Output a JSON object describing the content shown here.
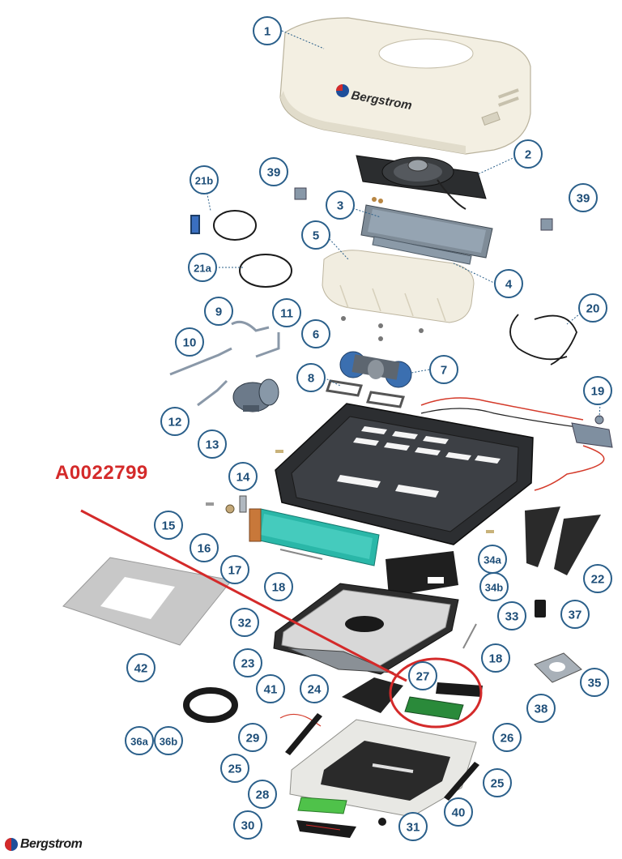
{
  "part_code": "A0022799",
  "brand": "Bergstrom",
  "colors": {
    "callout_stroke": "#2a5f8a",
    "callout_text": "#1e4e78",
    "highlight": "#d42a2a"
  },
  "callouts": [
    "1",
    "2",
    "3",
    "4",
    "5",
    "6",
    "7",
    "8",
    "9",
    "10",
    "11",
    "12",
    "13",
    "14",
    "15",
    "16",
    "17",
    "18",
    "18",
    "19",
    "20",
    "21a",
    "21b",
    "22",
    "23",
    "24",
    "25",
    "25",
    "26",
    "27",
    "28",
    "29",
    "30",
    "31",
    "32",
    "33",
    "34a",
    "34b",
    "35",
    "36a",
    "36b",
    "37",
    "38",
    "39",
    "39",
    "40",
    "41",
    "42"
  ],
  "highlighted_callout": "27"
}
